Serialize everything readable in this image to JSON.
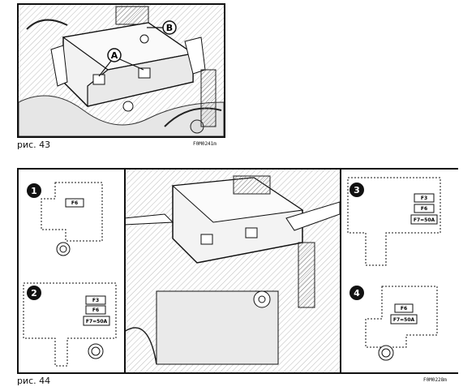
{
  "fig43": {
    "caption": "рис. 43",
    "code": "F0M0241m",
    "label_a": "A",
    "label_b": "B"
  },
  "fig44": {
    "caption": "рис. 44",
    "code": "F0M0228m",
    "panels": [
      {
        "number": "1",
        "fuses": [
          "F6"
        ]
      },
      {
        "number": "2",
        "fuses": [
          "F3",
          "F6",
          "F7=50A"
        ]
      },
      {
        "number": "3",
        "fuses": [
          "F3",
          "F6",
          "F7=50A"
        ]
      },
      {
        "number": "4",
        "fuses": [
          "F6",
          "F7=50A"
        ]
      }
    ]
  }
}
